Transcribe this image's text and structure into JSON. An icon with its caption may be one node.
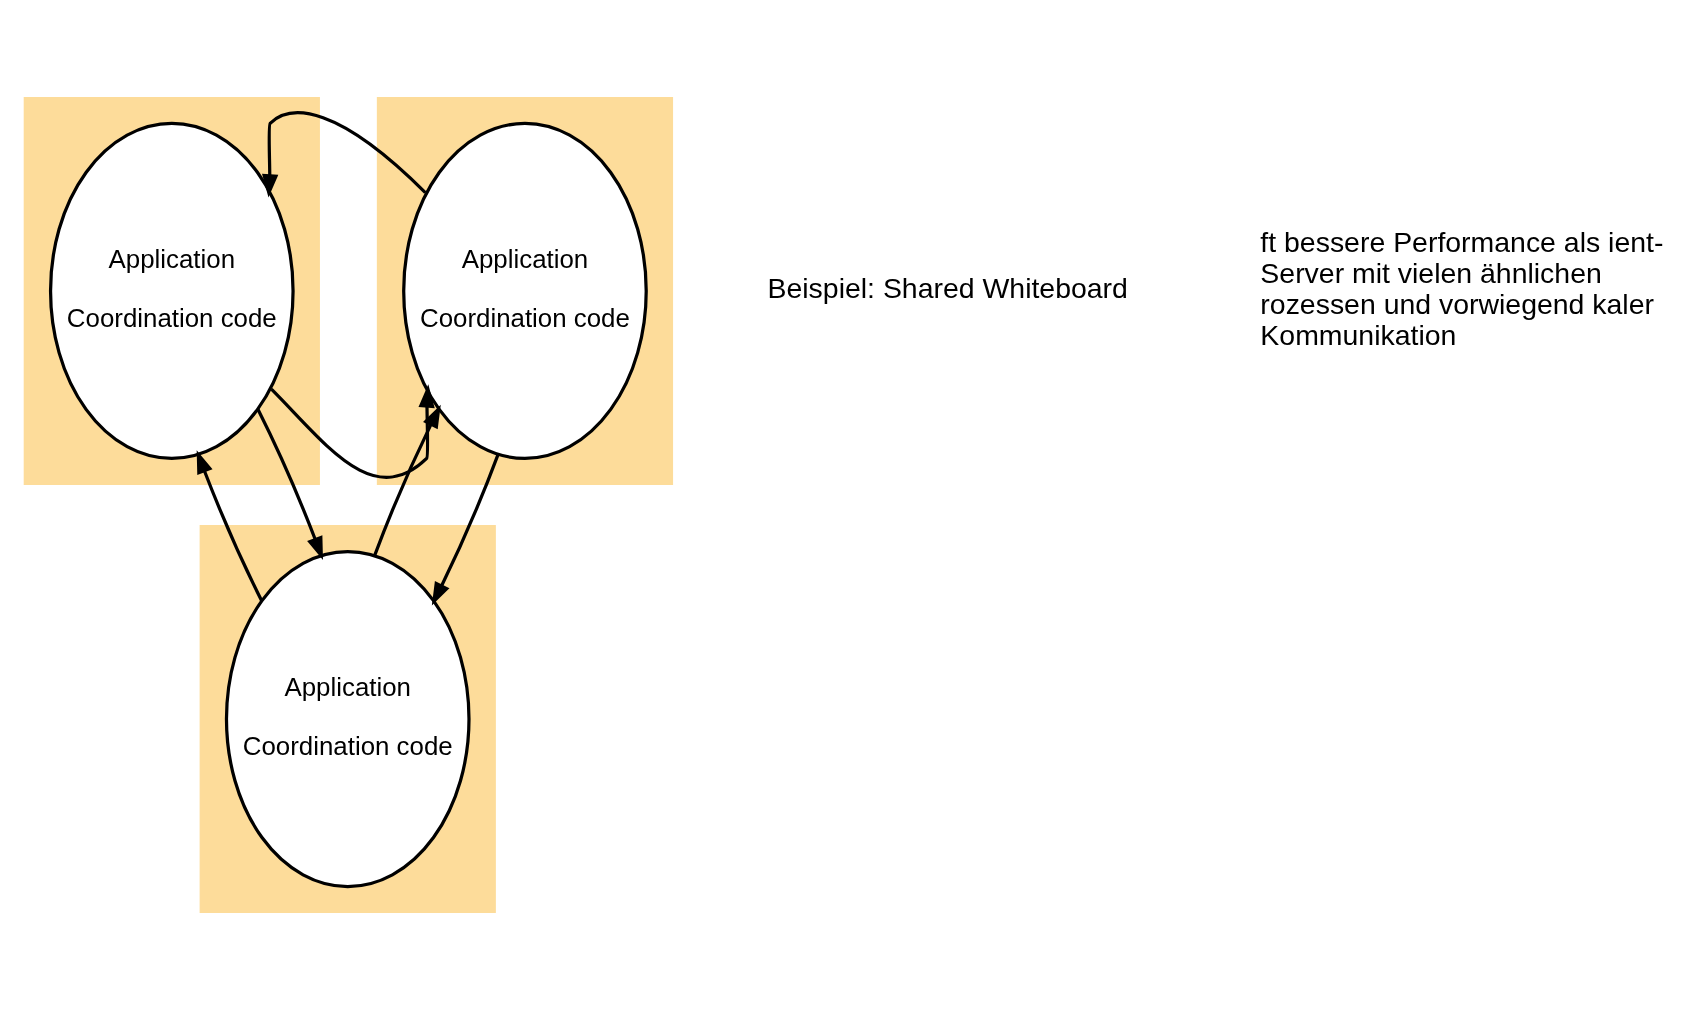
{
  "diagram": {
    "nodes": [
      {
        "text": [],
        "shape": "box"
      },
      {
        "text": [
          "Application",
          "Coordination code"
        ],
        "in": 0
      },
      {
        "text": [],
        "shape": "box"
      },
      {
        "text": [
          "Application",
          "Coordination code"
        ],
        "in": 2
      },
      {
        "text": [],
        "shape": "box"
      },
      {
        "text": [
          "Application",
          "Coordination code"
        ],
        "in": 4
      }
    ],
    "edges": [
      {
        "from": 3,
        "to": 1,
        "arrow": "to"
      },
      {
        "from": 1,
        "to": 3,
        "arrow": "to"
      },
      {
        "from": 5,
        "to": 1,
        "arrow": "to"
      },
      {
        "from": 1,
        "to": 5,
        "arrow": "to"
      },
      {
        "from": 5,
        "to": 3,
        "arrow": "to"
      },
      {
        "from": 3,
        "to": 5,
        "arrow": "to"
      }
    ],
    "labels": [
      "Beispiel: Shared Whiteboard",
      "ft bessere Performance als ient-Server mit vielen ähnlichen rozessen und vorwiegend kaler Kommunikation"
    ]
  }
}
